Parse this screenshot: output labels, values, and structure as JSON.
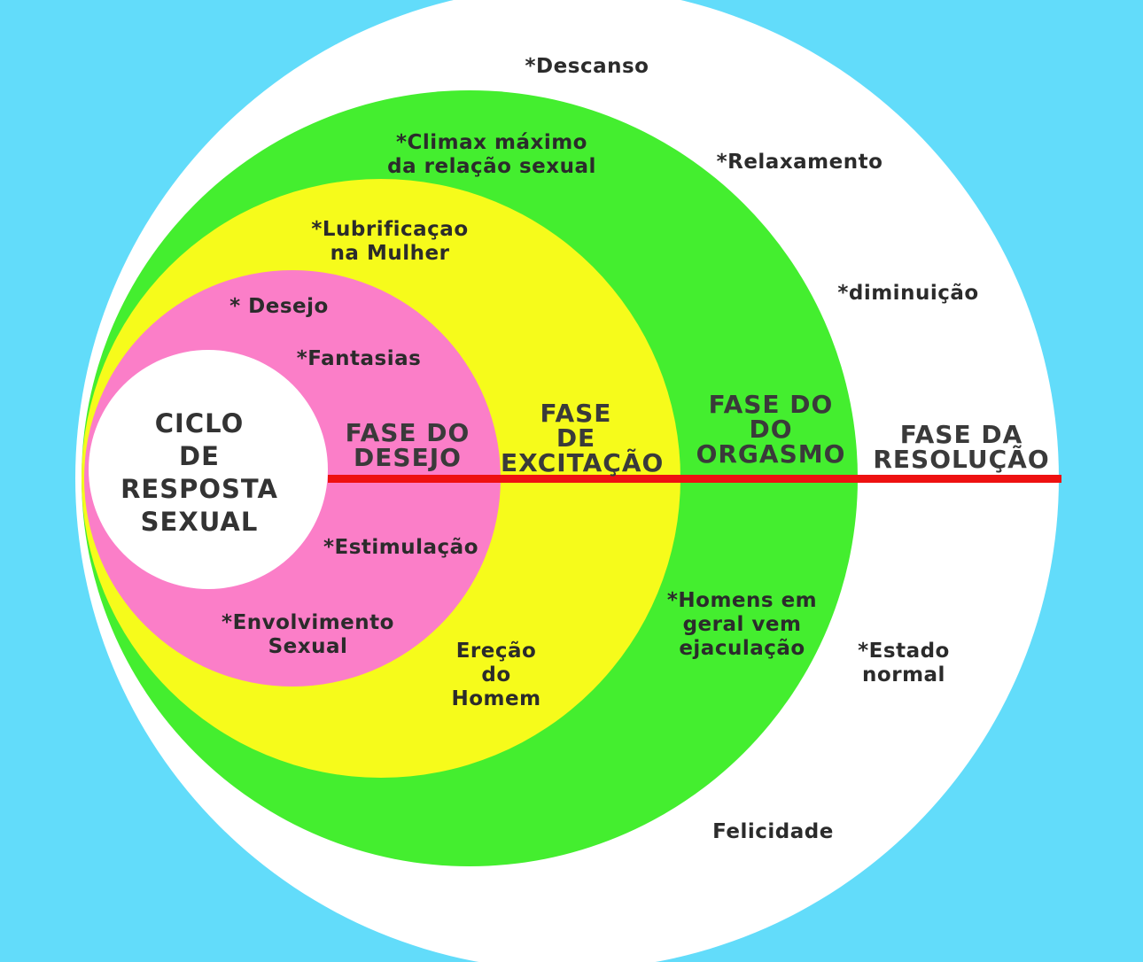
{
  "colors": {
    "background": "#62dcfa",
    "resolution_ring": "#ffffff",
    "orgasm_ring": "#44ee2f",
    "excitation_ring": "#f6fb1b",
    "desire_ring": "#fb7ec8",
    "center_circle": "#ffffff",
    "divider_line": "#ee1111"
  },
  "center": {
    "title": "CICLO\nDE\nRESPOSTA\nSEXUAL"
  },
  "phases": {
    "desire": "FASE DO\nDESEJO",
    "excitation": "FASE\nDE\nEXCITAÇÃO",
    "orgasm": "FASE DO\nDO\nORGASMO",
    "resolution": "FASE DA\nRESOLUÇÃO"
  },
  "notes": {
    "desire_top_1": "* Desejo",
    "desire_top_2": "*Fantasias",
    "desire_bottom_1": "*Estimulação",
    "desire_bottom_2": "*Envolvimento\nSexual",
    "excitation_top": "*Lubrificaçao\nna Mulher",
    "excitation_bottom": "Ereção\ndo\nHomem",
    "orgasm_top": "*Climax máximo\nda relação sexual",
    "orgasm_bottom": "*Homens em\ngeral vem\nejaculação",
    "resolution_1": "*Descanso",
    "resolution_2": "*Relaxamento",
    "resolution_3": "*diminuição",
    "resolution_4": "*Estado\nnormal",
    "resolution_5": "Felicidade"
  }
}
